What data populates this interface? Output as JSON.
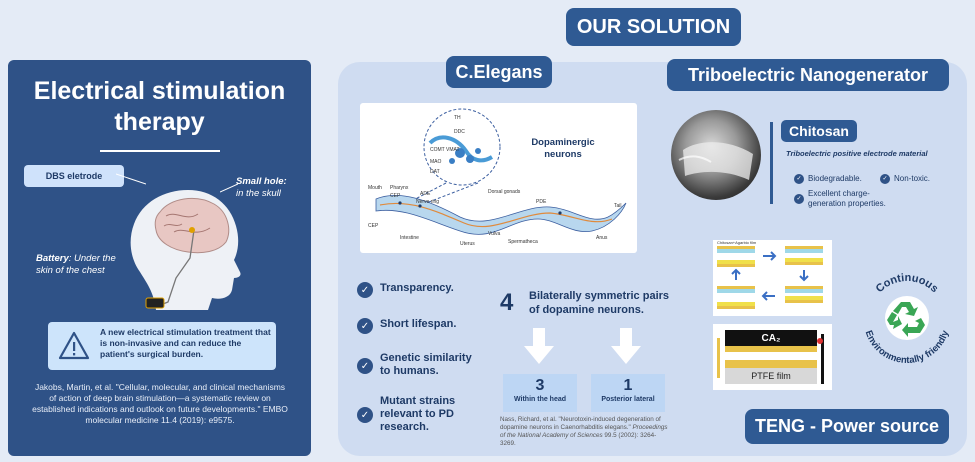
{
  "header": {
    "title": "OUR SOLUTION"
  },
  "left": {
    "title": "Electrical stimulation therapy",
    "dbs_label": "DBS eletrode",
    "hole_label_bold": "Small hole:",
    "hole_label_rest": "in the skull",
    "battery_label_bold": "Battery",
    "battery_label_rest": ": Under the skin  of  the chest",
    "warning_text": "A new electrical stimulation treatment that is non-invasive and can reduce the patient's surgical burden.",
    "reference": "Jakobs, Martin, et al. \"Cellular, molecular, and clinical mechanisms of action of deep brain stimulation—a systematic review on established indications and outlook on future developments.\" EMBO molecular medicine 11.4 (2019): e9575."
  },
  "celegans": {
    "title": "C.Elegans",
    "figure_label": "Dopaminergic neurons",
    "anatomy_labels": [
      "Mouth",
      "Pharynx",
      "CEP",
      "ADE",
      "Nerve ring",
      "Dorsal gonads",
      "PDE",
      "Tail",
      "CEP",
      "Intestine",
      "Uterus",
      "Vulva",
      "Spermatheca",
      "Anus"
    ],
    "pathway_labels": [
      "TH",
      "DDC",
      "COMT",
      "VMAT",
      "MAO",
      "DAT"
    ],
    "checklist": [
      "Transparency.",
      "Short lifespan.",
      "Genetic similarity to humans.",
      "Mutant strains relevant to PD research."
    ],
    "pairs_number": "4",
    "pairs_text": "Bilaterally symmetric pairs of dopamine neurons.",
    "boxes": [
      {
        "number": "3",
        "label": "Within the head"
      },
      {
        "number": "1",
        "label": "Posterior lateral"
      }
    ],
    "reference_plain": "Nass, Richard, et al. \"Neurotoxin-induced degeneration of dopamine neurons in Caenorhabditis elegans.\"",
    "reference_italic": "Proceedings of the National Academy of Sciences",
    "reference_tail": "99.5 (2002): 3264-3269."
  },
  "teng": {
    "title": "Triboelectric Nanogenerator",
    "material": "Chitosan",
    "material_sub": "Triboelectric positive electrode material",
    "properties": [
      "Biodegradable.",
      "Non-toxic.",
      "Excellent charge-generation properties."
    ],
    "diagram_top_label": "Chitosan+Agarbio film",
    "diagram_bottom_labels": [
      "CA₂",
      "PTFE film"
    ],
    "circle_label_top": "Continuous",
    "circle_label_bottom": "Environmentally friendly",
    "power_label": "TENG - Power source"
  },
  "colors": {
    "navy": "#2f5287",
    "pill": "#2f5a93",
    "light_blue": "#cde4fb",
    "panel_bg": "#cfdcf1",
    "recycle_green": "#3aa655"
  },
  "icons": {
    "check": "check-circle-icon",
    "warning": "warning-triangle-icon",
    "recycle": "recycle-icon",
    "arrow": "arrow-down-icon"
  }
}
